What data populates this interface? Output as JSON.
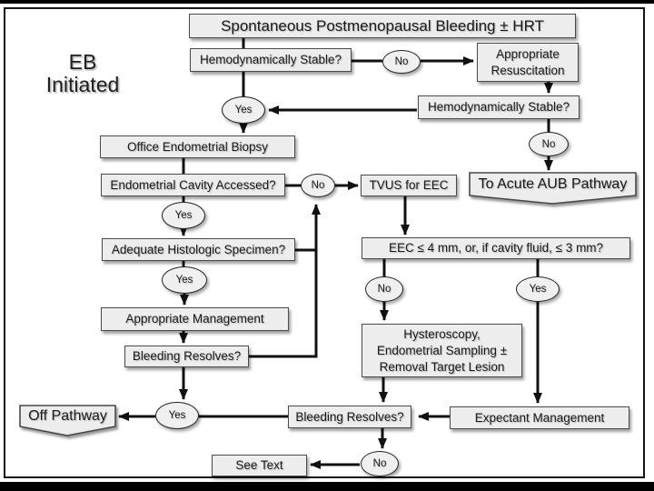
{
  "colors": {
    "background": "#ffffff",
    "frame": "#000000",
    "node_fill": "#ededed",
    "node_border": "#4a4a4a",
    "connector": "#111111"
  },
  "labels": {
    "eb": [
      "EB",
      "Initiated"
    ],
    "title": "Spontaneous Postmenopausal Bleeding ± HRT",
    "hemo_stable_1": "Hemodynamically Stable?",
    "no_1": "No",
    "resus": [
      "Appropriate",
      "Resuscitation"
    ],
    "hemo_stable_2": "Hemodynamically Stable?",
    "yes_1": "Yes",
    "office_biopsy": "Office Endometrial Biopsy",
    "cavity_accessed": "Endometrial Cavity Accessed?",
    "no_2": "No",
    "tvus": "TVUS for EEC",
    "no_3": "No",
    "acute_aub": "To Acute AUB Pathway",
    "yes_2": "Yes",
    "adequate_specimen": "Adequate Histologic Specimen?",
    "yes_3": "Yes",
    "appropriate_mgmt": "Appropriate Management",
    "bleeding_resolves_1": "Bleeding Resolves?",
    "eec_question": "EEC ≤ 4 mm, or, if cavity fluid, ≤ 3 mm?",
    "no_4": "No",
    "yes_4": "Yes",
    "hysteroscopy": [
      "Hysteroscopy,",
      "Endometrial Sampling ±",
      "Removal Target Lesion"
    ],
    "bleeding_resolves_2": "Bleeding Resolves?",
    "expectant": "Expectant Management",
    "yes_5": "Yes",
    "off_pathway": "Off Pathway",
    "no_6": "No",
    "see_text": "See Text"
  }
}
